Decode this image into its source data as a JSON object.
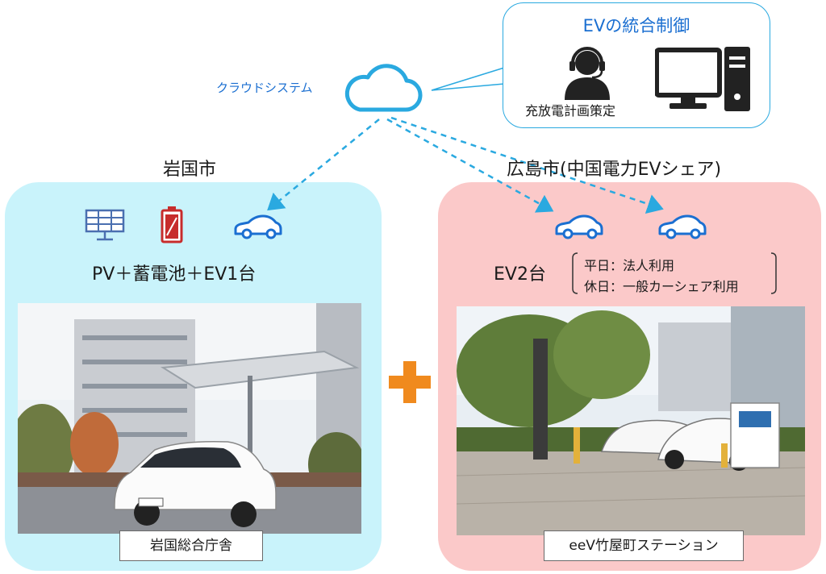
{
  "cloud_label": "クラウドシステム",
  "callout": {
    "title": "EVの統合制御",
    "operator_label": "充放電計画策定"
  },
  "left": {
    "city": "岩国市",
    "summary": "PV＋蓄電池＋EV1台",
    "photo_label": "岩国総合庁舎"
  },
  "right": {
    "city": "広島市(中国電力EVシェア)",
    "summary": "EV2台",
    "detail_weekday": "平日：法人利用",
    "detail_holiday": "休日：一般カーシェア利用",
    "photo_label": "eeV竹屋町ステーション"
  },
  "colors": {
    "accent_blue": "#1b6fd1",
    "connector": "#2aa9e0",
    "plus": "#f08a1e",
    "left_panel": "#c9f3fb",
    "right_panel": "#fbc9c9"
  }
}
